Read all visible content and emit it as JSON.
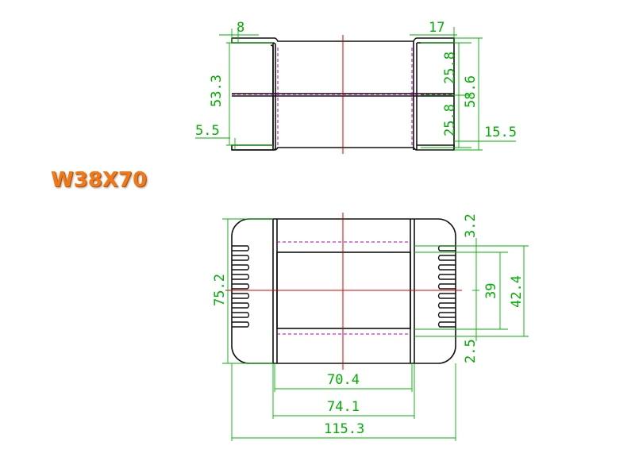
{
  "title": "W38X70",
  "colors": {
    "outline": "#111111",
    "centerline": "#e00000",
    "hidden": "#b000b0",
    "dimension": "#00b000",
    "title": "#f07818"
  },
  "top_view": {
    "dims": {
      "flange_left": "8",
      "flange_right": "17",
      "height_left": "53.3",
      "slot_left": "5.5",
      "upper_half": "25.8",
      "lower_half": "25.8",
      "height_right": "58.6",
      "offset_right": "15.5"
    }
  },
  "front_view": {
    "dims": {
      "top_gap": "3.2",
      "window_height": "39",
      "outer_height": "42.4",
      "bottom_gap": "2.5",
      "left_height": "75.2",
      "inner_width": "70.4",
      "mid_width": "74.1",
      "overall_width": "115.3"
    }
  }
}
